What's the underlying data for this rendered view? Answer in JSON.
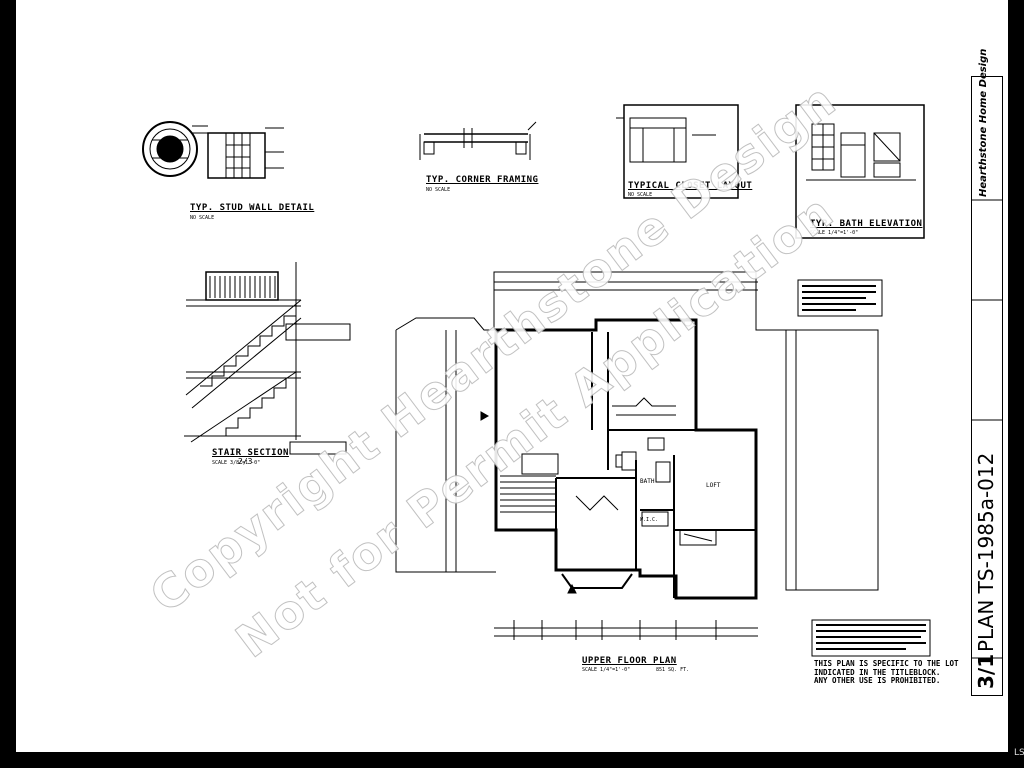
{
  "drawings": {
    "stud_wall": {
      "title": "TYP. STUD WALL DETAIL",
      "scale": "NO SCALE"
    },
    "corner": {
      "title": "TYP. CORNER FRAMING",
      "scale": "NO SCALE"
    },
    "closet": {
      "title": "TYPICAL CLOSET LAYOUT",
      "scale": "NO SCALE"
    },
    "bath": {
      "title": "TYP. BATH ELEVATION",
      "scale": "SCALE 1/4\"=1'-0\""
    },
    "stair": {
      "title": "STAIR SECTION",
      "scale": "SCALE 3/8\"=1'-0\"",
      "sheet_ref": "2/3"
    },
    "upper_plan": {
      "title": "UPPER FLOOR PLAN",
      "scale": "SCALE 1/4\"=1'-0\"",
      "area": "851 SQ. FT.",
      "rooms": {
        "loft": "LOFT",
        "bath": "BATH",
        "wic": "W.I.C."
      }
    }
  },
  "watermark": {
    "line1": "Copyright Hearthstone Design",
    "line2": "Not for Permit Application"
  },
  "titleblock": {
    "company": "Hearthstone Home Design",
    "plan_number": "PLAN TS-1985a-012",
    "sheet": "3/1"
  },
  "notice": {
    "lines": [
      "THIS PLAN IS SPECIFIC TO THE LOT",
      "INDICATED IN THE TITLEBLOCK.",
      "ANY OTHER USE IS PROHIBITED."
    ]
  },
  "corner_mark": "LS"
}
